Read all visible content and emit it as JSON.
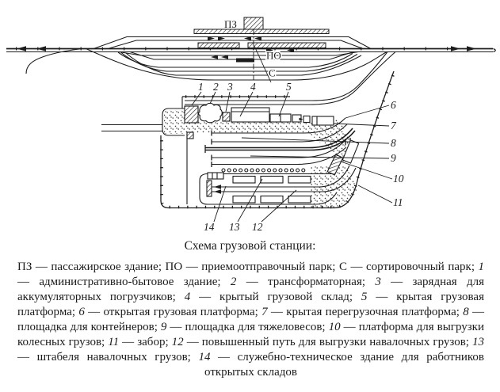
{
  "figure_title": "Схема грузовой станции:",
  "station": {
    "pz": "ПЗ",
    "po": "ПО",
    "s": "С"
  },
  "numbers": {
    "n1": "1",
    "n2": "2",
    "n3": "3",
    "n4": "4",
    "n5": "5",
    "n6": "6",
    "n7": "7",
    "n8": "8",
    "n9": "9",
    "n10": "10",
    "n11": "11",
    "n12": "12",
    "n13": "13",
    "n14": "14"
  },
  "legend": {
    "dash": " — ",
    "separator": "; ",
    "items": [
      {
        "key": "ПЗ",
        "italic": false,
        "text": "пассажирское здание"
      },
      {
        "key": "ПО",
        "italic": false,
        "text": "приемоотправочный парк"
      },
      {
        "key": "С",
        "italic": false,
        "text": "сортировочный парк"
      },
      {
        "key": "1",
        "italic": true,
        "text": "административно-бытовое здание"
      },
      {
        "key": "2",
        "italic": true,
        "text": "трансформаторная"
      },
      {
        "key": "3",
        "italic": true,
        "text": "зарядная для аккумуляторных погрузчиков"
      },
      {
        "key": "4",
        "italic": true,
        "text": "крытый грузовой склад"
      },
      {
        "key": "5",
        "italic": true,
        "text": "крытая грузовая платформа"
      },
      {
        "key": "6",
        "italic": true,
        "text": "открытая грузовая платформа"
      },
      {
        "key": "7",
        "italic": true,
        "text": "крытая перегрузочная платформа"
      },
      {
        "key": "8",
        "italic": true,
        "text": "площадка для контейнеров"
      },
      {
        "key": "9",
        "italic": true,
        "text": "площадка для тяжеловесов"
      },
      {
        "key": "10",
        "italic": true,
        "text": "платформа для выгрузки колесных грузов"
      },
      {
        "key": "11",
        "italic": true,
        "text": "забор"
      },
      {
        "key": "12",
        "italic": true,
        "text": "повышенный путь для выгрузки навалочных грузов"
      },
      {
        "key": "13",
        "italic": true,
        "text": "штабеля навалочных грузов"
      },
      {
        "key": "14",
        "italic": true,
        "text": "служебно-техническое здание для работников открытых складов"
      }
    ]
  },
  "colors": {
    "ink": "#1c1c1c",
    "paper": "#ffffff"
  }
}
